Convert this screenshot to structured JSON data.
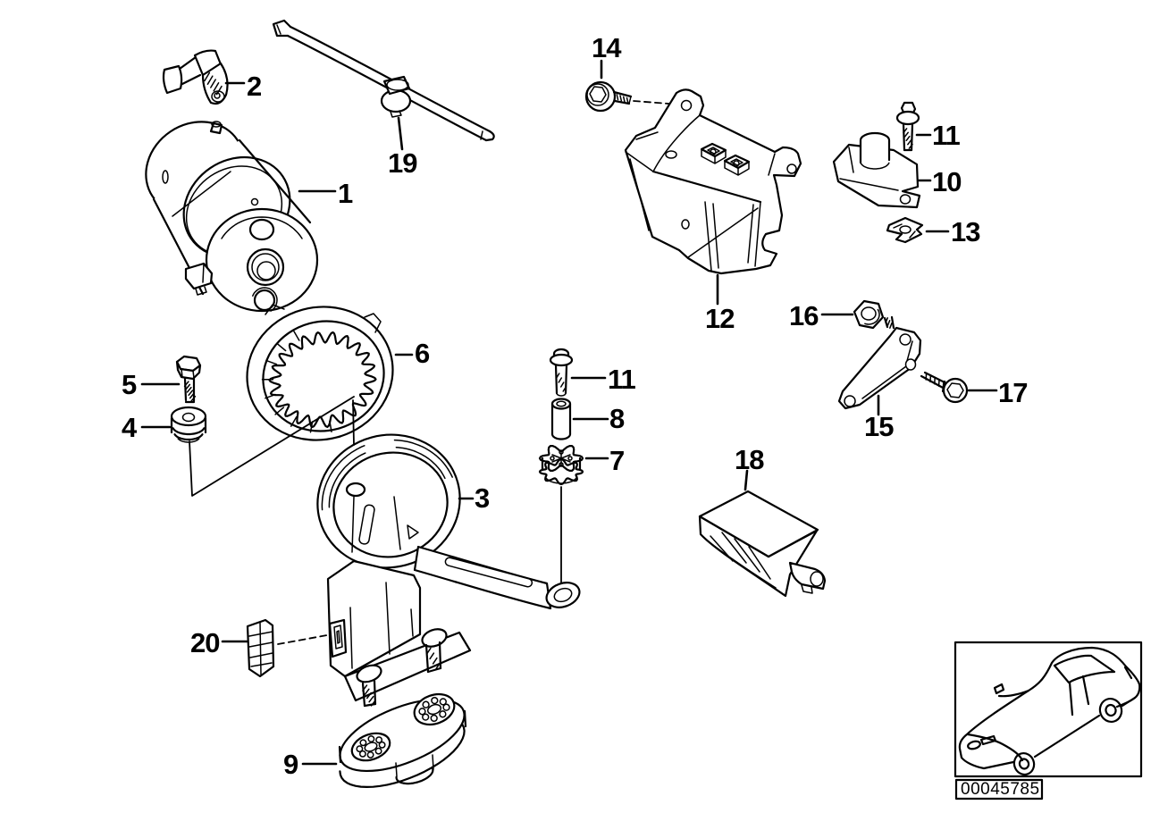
{
  "colors": {
    "background": "#ffffff",
    "line": "#000000",
    "marker": "#000000"
  },
  "callouts": {
    "c1": "1",
    "c2": "2",
    "c3": "3",
    "c4": "4",
    "c5": "5",
    "c6": "6",
    "c7": "7",
    "c8": "8",
    "c9": "9",
    "c10": "10",
    "c11": "11",
    "c11b": "11",
    "c12": "12",
    "c13": "13",
    "c14": "14",
    "c15": "15",
    "c16": "16",
    "c17": "17",
    "c18": "18",
    "c19": "19",
    "c20": "20"
  },
  "inset": {
    "image_code": "00045785",
    "icon": "car-side-outline",
    "marker_icon": "filled-location-dot"
  }
}
